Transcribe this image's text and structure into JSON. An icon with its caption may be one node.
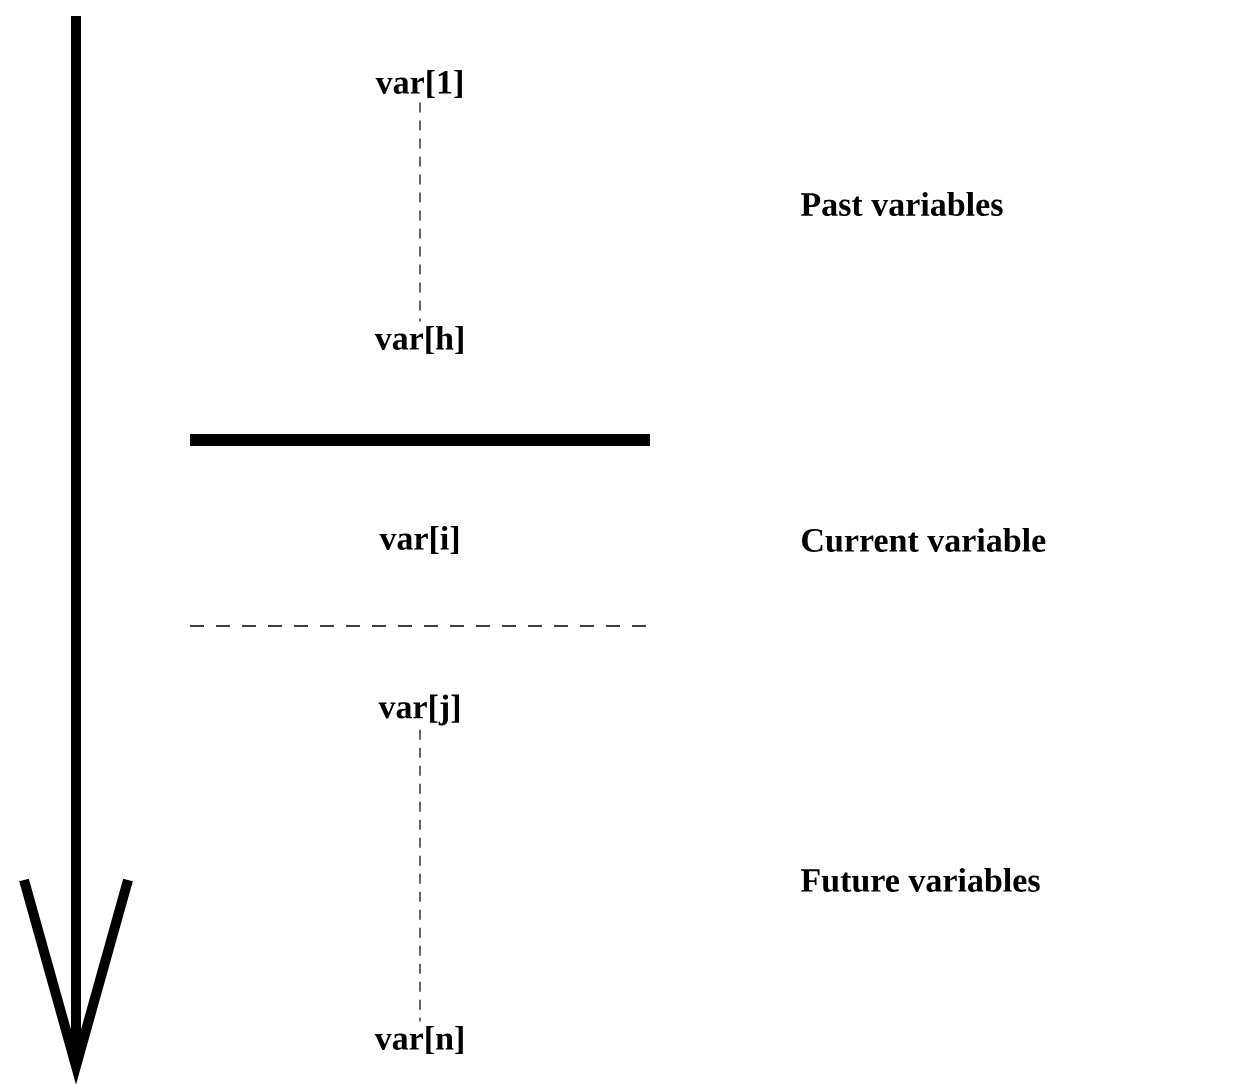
{
  "diagram": {
    "nodes": [
      {
        "text": [
          "var[1]"
        ]
      },
      {
        "text": [
          "var[h]"
        ]
      },
      {
        "text": [
          "var[i]"
        ]
      },
      {
        "text": [
          "var[j]"
        ]
      },
      {
        "text": [
          "var[n]"
        ]
      }
    ],
    "edges": [
      {
        "from": 0,
        "to": 1,
        "arrow": "none",
        "style": "dashed"
      },
      {
        "from": 3,
        "to": 4,
        "arrow": "none",
        "style": "dashed"
      }
    ],
    "labels": [
      "Past variables",
      "Current variable",
      "Future variables"
    ]
  }
}
